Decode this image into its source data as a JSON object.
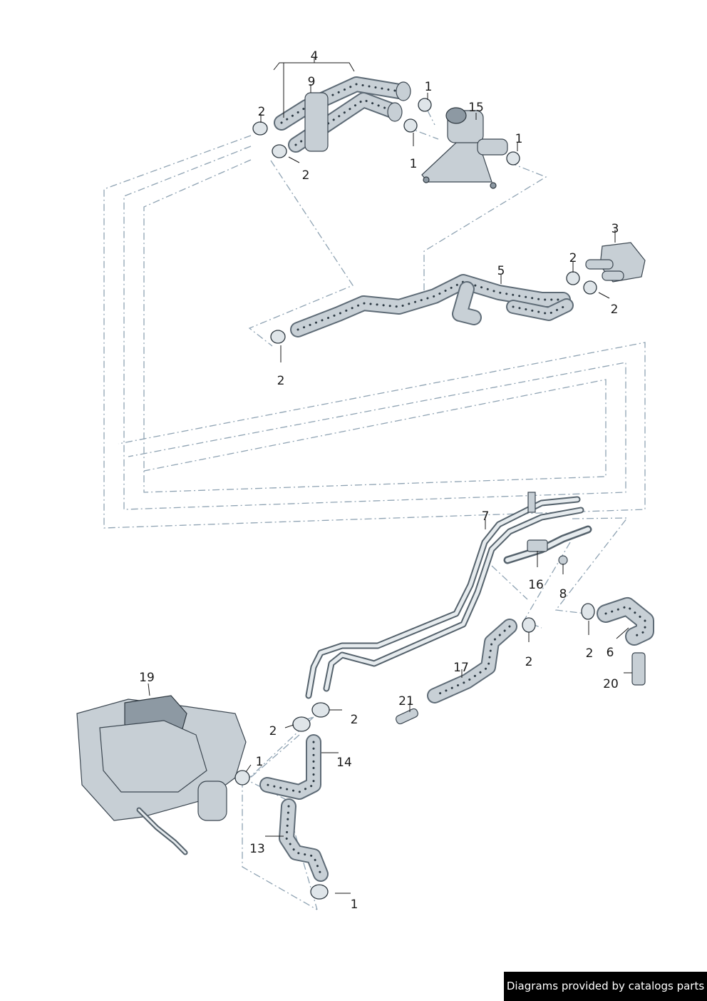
{
  "callouts": [
    "1",
    "2",
    "3",
    "4",
    "5",
    "6",
    "7",
    "8",
    "9",
    "13",
    "14",
    "15",
    "16",
    "17",
    "19",
    "20",
    "21"
  ],
  "credit": "Diagrams provided by catalogs parts"
}
